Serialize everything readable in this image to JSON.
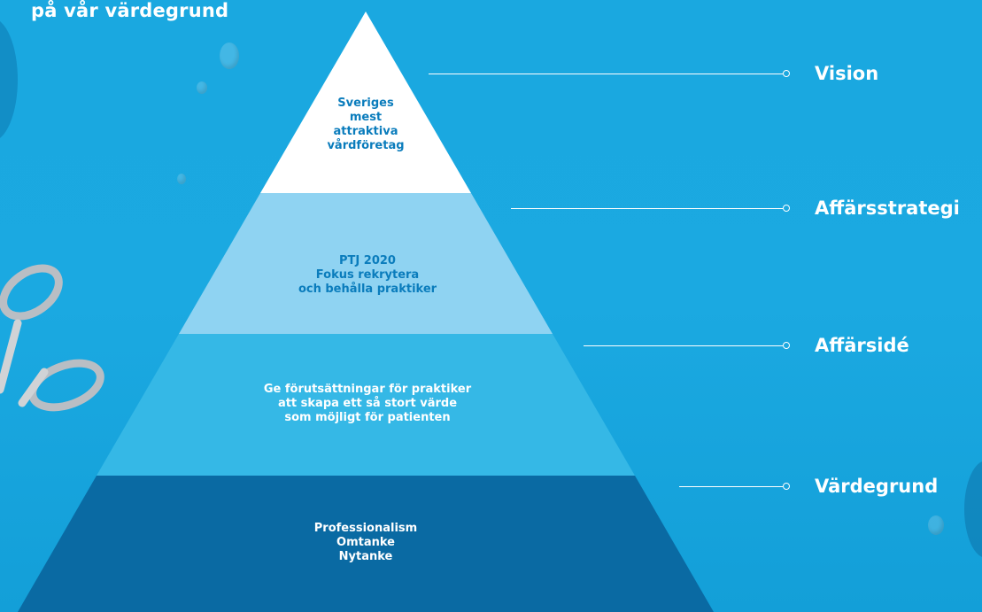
{
  "heading": "på vår värdegrund",
  "pyramid": {
    "tiers": [
      {
        "text": "Sveriges\nmest\nattraktiva\nvårdföretag",
        "color": "#ffffff",
        "text_color": "#0a7cbc"
      },
      {
        "text": "PTJ 2020\nFokus rekrytera\noch behålla praktiker",
        "color": "#8fd3f2",
        "text_color": "#0a7cbc"
      },
      {
        "text": "Ge förutsättningar för praktiker\natt skapa ett så stort värde\nsom möjligt för patienten",
        "color": "#35b8e6",
        "text_color": "#ffffff"
      },
      {
        "text": "Professionalism\nOmtanke\nNytanke",
        "color": "#0a6aa3",
        "text_color": "#ffffff"
      }
    ]
  },
  "callouts": [
    {
      "label": "Vision"
    },
    {
      "label": "Affärsstrategi"
    },
    {
      "label": "Affärsidé"
    },
    {
      "label": "Värdegrund"
    }
  ]
}
